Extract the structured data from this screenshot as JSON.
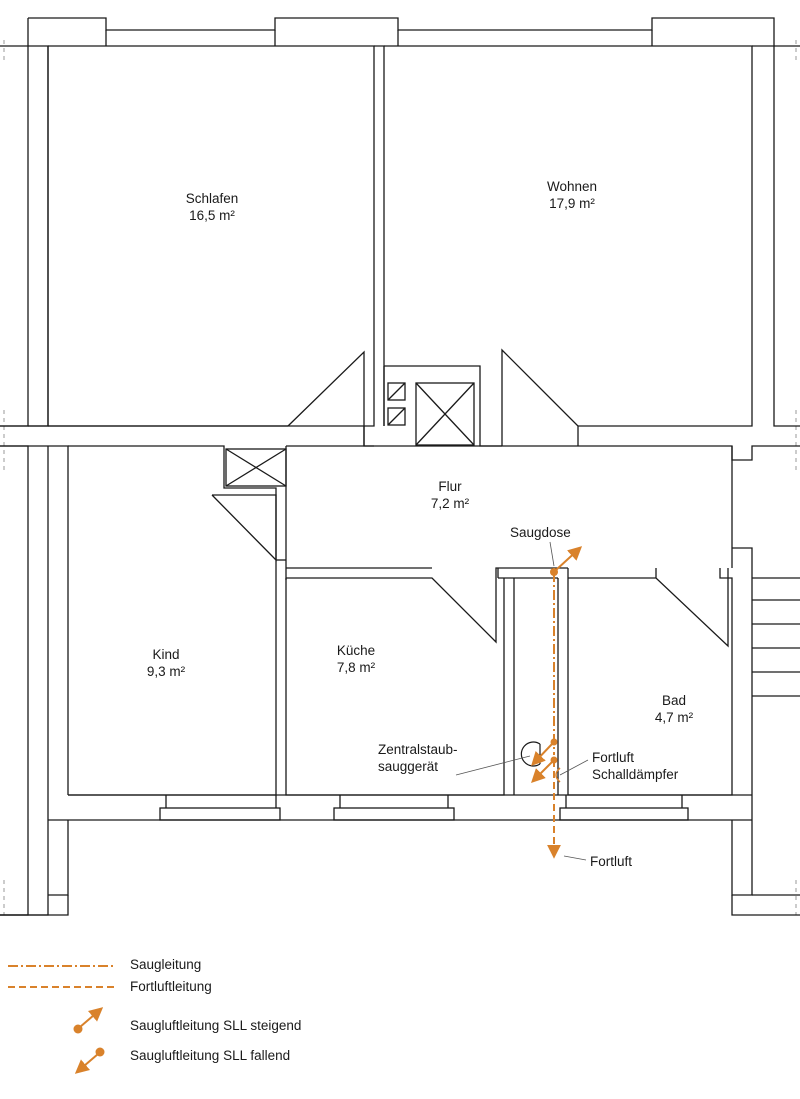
{
  "colors": {
    "wall": "#1a1a1a",
    "accent": "#d9822b",
    "guide_dash": "#9a9a9a"
  },
  "rooms": {
    "schlafen": {
      "name": "Schlafen",
      "area": "16,5 m²"
    },
    "wohnen": {
      "name": "Wohnen",
      "area": "17,9 m²"
    },
    "flur": {
      "name": "Flur",
      "area": "7,2 m²"
    },
    "kind": {
      "name": "Kind",
      "area": "9,3 m²"
    },
    "kueche": {
      "name": "Küche",
      "area": "7,8 m²"
    },
    "bad": {
      "name": "Bad",
      "area": "4,7 m²"
    }
  },
  "annotations": {
    "saugdose": "Saugdose",
    "zentral_line1": "Zentralstaub-",
    "zentral_line2": "sauggerät",
    "fortluft_schall_line1": "Fortluft",
    "fortluft_schall_line2": "Schalldämpfer",
    "fortluft": "Fortluft"
  },
  "legend": {
    "saugleitung": "Saugleitung",
    "fortluftleitung": "Fortluftleitung",
    "sll_steigend": "Saugluftleitung SLL steigend",
    "sll_fallend": "Saugluftleitung SLL fallend"
  }
}
